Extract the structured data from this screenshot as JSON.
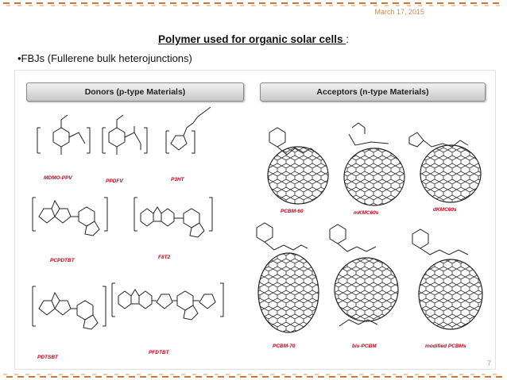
{
  "header": {
    "date": "March 17, 2015",
    "title_main": "Polymer used for organic solar cells ",
    "title_colon": ":"
  },
  "bullet": "•FBJs (Fullerene bulk heterojunctions)",
  "figure": {
    "donors_header": "Donors (p-type Materials)",
    "acceptors_header": "Acceptors (n-type Materials)",
    "donor_labels": [
      "MDMO-PPV",
      "PPDFV",
      "P3HT",
      "PCPDTBT",
      "F8T2",
      "PDTSBT",
      "PFDTBT"
    ],
    "acceptor_labels": [
      "PCBM-60",
      "mKMC60s",
      "dKMC60s",
      "PCBM-70",
      "bis-PCBM",
      "modified PCBMs"
    ]
  },
  "footer": {
    "page_number": "7"
  },
  "colors": {
    "border_primary": "#c9773a",
    "border_secondary": "#e8b88a",
    "accent_text": "#c48a54",
    "label_red": "#c0001a"
  }
}
